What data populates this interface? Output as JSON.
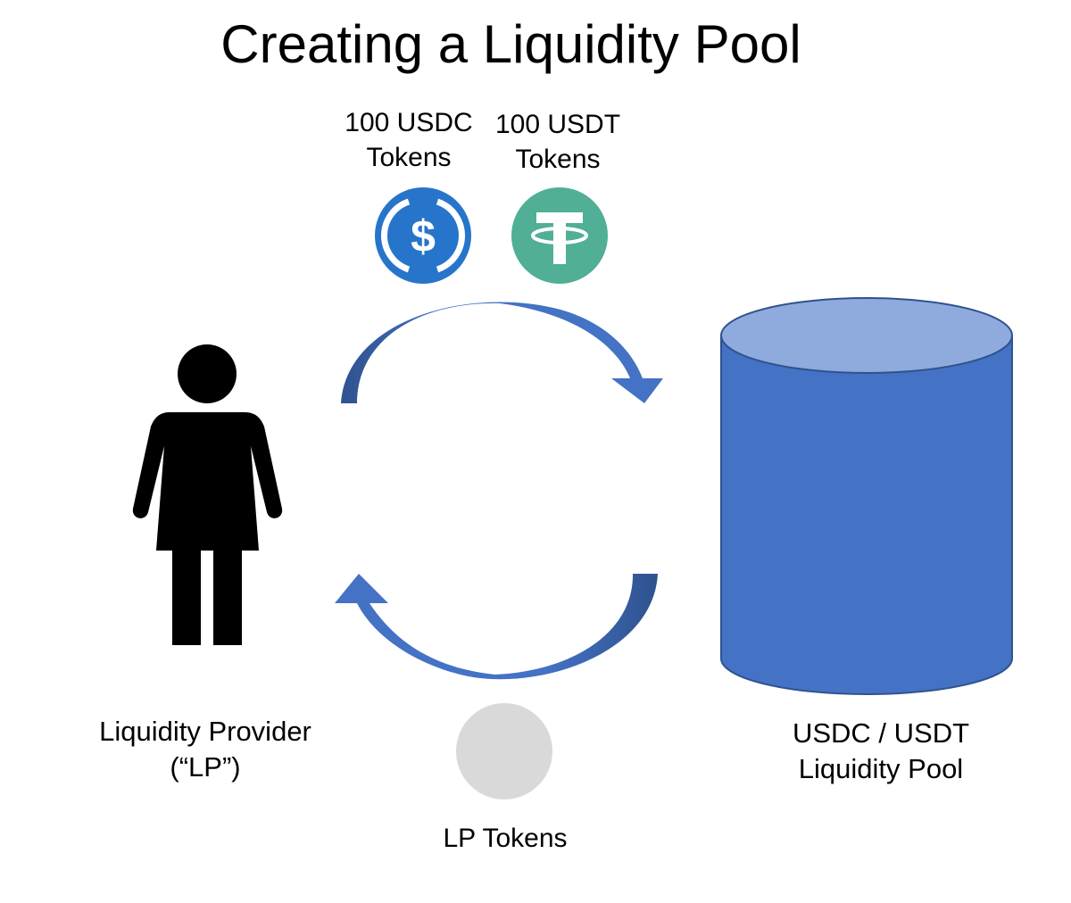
{
  "title": "Creating a Liquidity Pool",
  "tokens": {
    "usdc": {
      "line1": "100 USDC",
      "line2": "Tokens",
      "icon": "usdc-coin-icon",
      "color": "#2775CA"
    },
    "usdt": {
      "line1": "100 USDT",
      "line2": "Tokens",
      "icon": "usdt-coin-icon",
      "color": "#50AF95"
    }
  },
  "provider": {
    "line1": "Liquidity Provider",
    "line2": "(“LP”)",
    "icon": "person-icon"
  },
  "pool": {
    "line1": "USDC / USDT",
    "line2": "Liquidity Pool",
    "icon": "cylinder-icon",
    "color": "#4472C4",
    "top_color": "#8FAADC"
  },
  "lp_tokens": {
    "label": "LP Tokens",
    "icon": "lp-token-icon",
    "color": "#D9D9D9"
  },
  "arrows": {
    "color": "#4472C4",
    "shade": "#2F528F"
  }
}
